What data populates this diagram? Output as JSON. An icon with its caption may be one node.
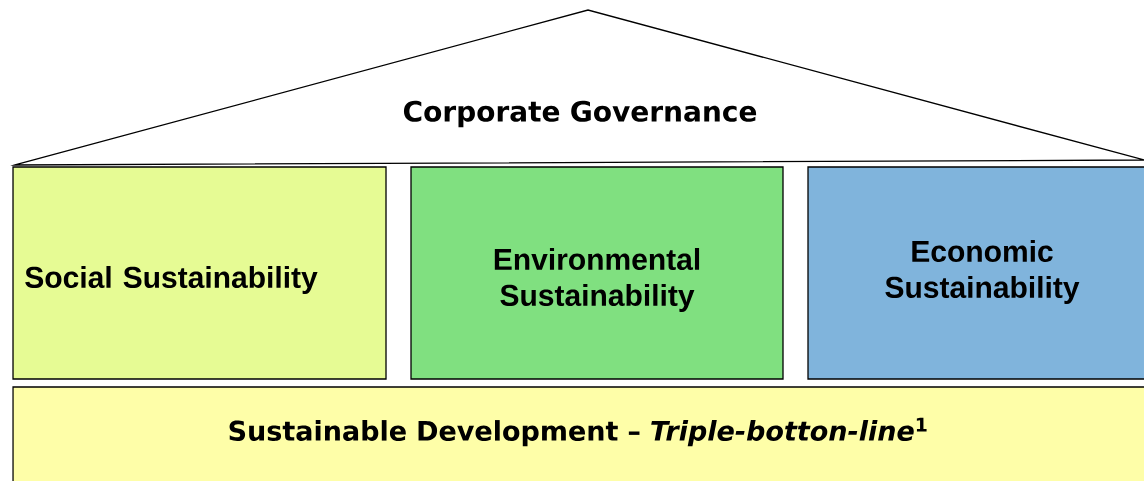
{
  "diagram": {
    "nodes": [
      {
        "text": [
          "Corporate Governance"
        ]
      },
      {
        "text": [
          "Social Sustainability"
        ]
      },
      {
        "text": [
          "Environmental Sustainability"
        ]
      },
      {
        "text": [
          "Economic Sustainability"
        ]
      },
      {
        "text": [
          "Sustainable Development – *Triple-botton-line*$^{1}$"
        ]
      }
    ]
  }
}
